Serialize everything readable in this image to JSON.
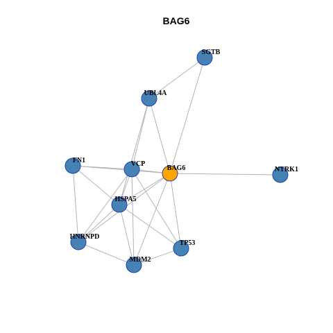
{
  "title": "BAG6",
  "colors": {
    "node_default": "#4682b4",
    "node_highlight": "#ffa500",
    "node_border": "#1f3fb0",
    "edge": "#b4b4b4"
  },
  "nodes": [
    {
      "id": "SGTB",
      "label": "SGTB",
      "highlight": false
    },
    {
      "id": "UBL4A",
      "label": "UBL4A",
      "highlight": false
    },
    {
      "id": "FN1",
      "label": "FN1",
      "highlight": false
    },
    {
      "id": "VCP",
      "label": "VCP",
      "highlight": false
    },
    {
      "id": "BAG6",
      "label": "BAG6",
      "highlight": true
    },
    {
      "id": "NTRK1",
      "label": "NTRK1",
      "highlight": false
    },
    {
      "id": "HSPA5",
      "label": "HSPA5",
      "highlight": false
    },
    {
      "id": "HNRNPD",
      "label": "HNRNPD",
      "highlight": false
    },
    {
      "id": "TP53",
      "label": "TP53",
      "highlight": false
    },
    {
      "id": "MDM2",
      "label": "MDM2",
      "highlight": false
    }
  ],
  "edges": [
    [
      "SGTB",
      "UBL4A"
    ],
    [
      "SGTB",
      "BAG6"
    ],
    [
      "UBL4A",
      "VCP"
    ],
    [
      "UBL4A",
      "BAG6"
    ],
    [
      "UBL4A",
      "HSPA5"
    ],
    [
      "FN1",
      "VCP"
    ],
    [
      "FN1",
      "BAG6"
    ],
    [
      "FN1",
      "HSPA5"
    ],
    [
      "FN1",
      "HNRNPD"
    ],
    [
      "VCP",
      "BAG6"
    ],
    [
      "VCP",
      "HSPA5"
    ],
    [
      "VCP",
      "HNRNPD"
    ],
    [
      "VCP",
      "MDM2"
    ],
    [
      "VCP",
      "TP53"
    ],
    [
      "BAG6",
      "NTRK1"
    ],
    [
      "BAG6",
      "HSPA5"
    ],
    [
      "BAG6",
      "TP53"
    ],
    [
      "BAG6",
      "MDM2"
    ],
    [
      "BAG6",
      "HNRNPD"
    ],
    [
      "HSPA5",
      "HNRNPD"
    ],
    [
      "HSPA5",
      "TP53"
    ],
    [
      "HSPA5",
      "MDM2"
    ],
    [
      "HNRNPD",
      "MDM2"
    ],
    [
      "TP53",
      "MDM2"
    ]
  ]
}
